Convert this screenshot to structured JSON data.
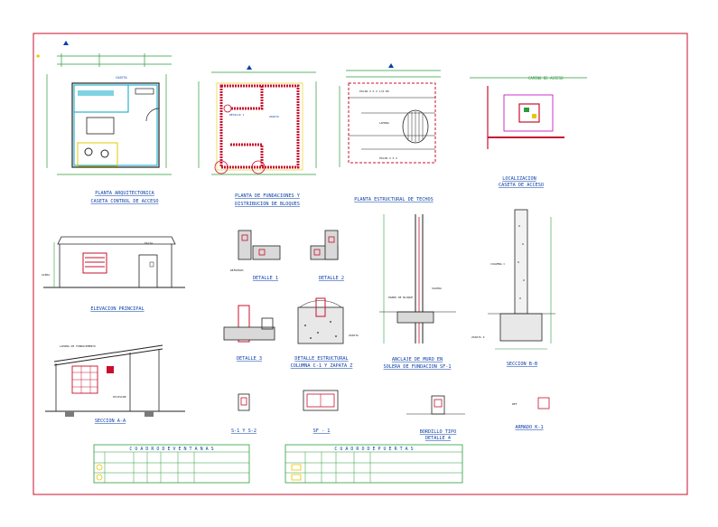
{
  "sheet": {
    "colors": {
      "border": "#c8102e",
      "wall": "#c8102e",
      "dim": "#2a9d3a",
      "text": "#0b3fa8",
      "cyan": "#00a6c7",
      "yellow": "#e6c700",
      "magenta": "#c000c0",
      "line": "#222222",
      "hatch": "#7a7a7a"
    }
  },
  "plans": {
    "arch": {
      "title": "PLANTA ARQUITECTONICA",
      "subtitle": "CASETA CONTROL DE ACCESO"
    },
    "foundations": {
      "title": "PLANTA DE FUNDACIONES Y",
      "subtitle": "DISTRIBUCION DE BLOQUES"
    },
    "roof": {
      "title": "PLANTA ESTRUCTURAL DE TECHOS"
    },
    "location": {
      "title": "LOCALIZACION",
      "subtitle": "CASETA DE ACCESO",
      "road_label": "CAMINO DE ACCESO"
    }
  },
  "elevation": {
    "title": "ELEVACION PRINCIPAL"
  },
  "details": {
    "detail1": "DETALLE 1",
    "detail2": "DETALLE 2",
    "detail3": "DETALLE 3",
    "detail_structure": {
      "title": "DETALLE ESTRUCTURAL",
      "subtitle": "COLUMNA C-1 Y ZAPATA Z"
    },
    "wall_anchor": {
      "title": "ANCLAJE DE MURO EN",
      "subtitle": "SOLERA DE FUNDACION SF-1"
    },
    "section_bb": "SECCION B-B",
    "section_aa": "SECCION A-A",
    "s1_s2": "S-1 Y S-2",
    "sf1": "SF - 1",
    "curb": {
      "title": "BORDILLO TIPO",
      "subtitle": "DETALLE 4"
    },
    "armado": "ARMADO K-1",
    "columna": "COLUMNA C",
    "zapata": "ZAPATA Z"
  },
  "schedules": {
    "windows": {
      "title": "C U A D R O   D E   V E N T A N A S"
    },
    "doors": {
      "title": "C U A D R O   D E   P U E R T A S"
    }
  }
}
